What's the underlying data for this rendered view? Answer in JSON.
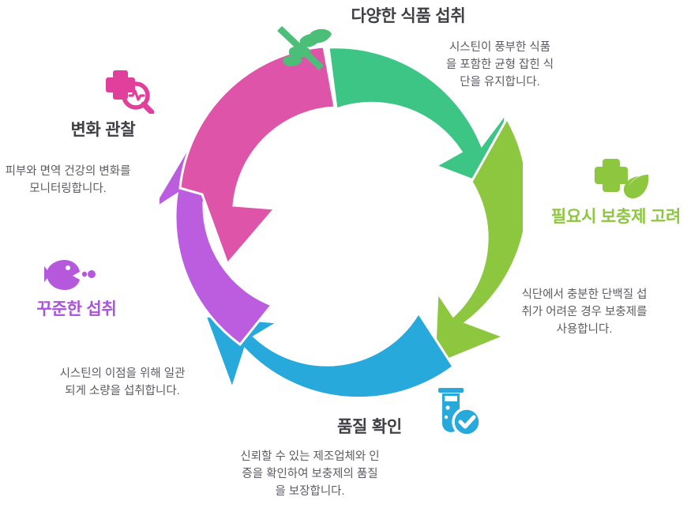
{
  "diagram": {
    "type": "circular-cycle",
    "segment_count": 5,
    "colors": {
      "variety": "#3DC585",
      "supplement": "#8DC63F",
      "quality": "#27A9DB",
      "consistent": "#BC5DE0",
      "monitor": "#DE54A8",
      "title_text": "#3f3f46",
      "body_text": "#5c5a63",
      "background": "#ffffff"
    },
    "nodes": [
      {
        "id": "variety",
        "title": "다양한 식품 섭취",
        "description": "시스틴이 풍부한 식품을 포함한 균형 잡힌 식단을 유지합니다.",
        "color": "#3DC585",
        "icon": "leaf-sprig-icon",
        "title_color": "#3f3f46",
        "position": "top"
      },
      {
        "id": "supplement",
        "title": "필요시 보충제 고려",
        "description": "식단에서 충분한 단백질 섭취가 어려운 경우 보충제를 사용합니다.",
        "color": "#8DC63F",
        "icon": "cross-leaf-icon",
        "title_color": "#8DC63F",
        "position": "right"
      },
      {
        "id": "quality",
        "title": "품질 확인",
        "description": "신뢰할 수 있는 제조업체와 인증을 확인하여 보충제의 품질을 보장합니다.",
        "color": "#27A9DB",
        "icon": "test-tube-check-icon",
        "title_color": "#3f3f46",
        "position": "bottom"
      },
      {
        "id": "consistent",
        "title": "꾸준한 섭취",
        "description": "시스틴의 이점을 위해 일관되게 소량을 섭취합니다.",
        "color": "#BC5DE0",
        "icon": "fish-icon",
        "title_color": "#A855D6",
        "position": "left-bottom"
      },
      {
        "id": "monitor",
        "title": "변화 관찰",
        "description": "피부와 면역 건강의 변화를 모니터링합니다.",
        "color": "#DE54A8",
        "icon": "cross-magnifier-pulse-icon",
        "title_color": "#3f3f46",
        "position": "left-top"
      }
    ]
  }
}
